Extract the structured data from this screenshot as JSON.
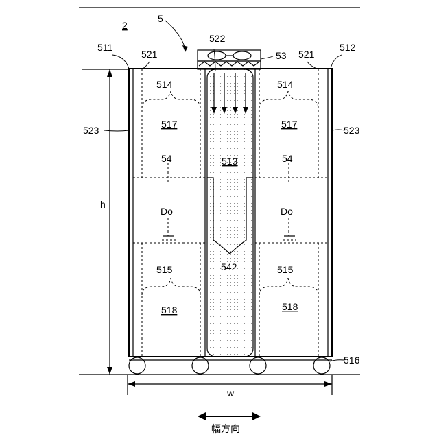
{
  "figure": {
    "ref_2": "2",
    "ref_5": "5",
    "ref_511": "511",
    "ref_512": "512",
    "ref_513": "513",
    "ref_514_left": "514",
    "ref_514_right": "514",
    "ref_515_left": "515",
    "ref_515_right": "515",
    "ref_516": "516",
    "ref_517_left": "517",
    "ref_517_right": "517",
    "ref_518_left": "518",
    "ref_518_right": "518",
    "ref_521_left": "521",
    "ref_521_right": "521",
    "ref_522": "522",
    "ref_523_left": "523",
    "ref_523_right": "523",
    "ref_53": "53",
    "ref_54_left": "54",
    "ref_54_right": "54",
    "ref_542": "542",
    "do_left": "Do",
    "do_right": "Do",
    "dim_h": "h",
    "dim_w": "w",
    "direction_label": "幅方向"
  }
}
